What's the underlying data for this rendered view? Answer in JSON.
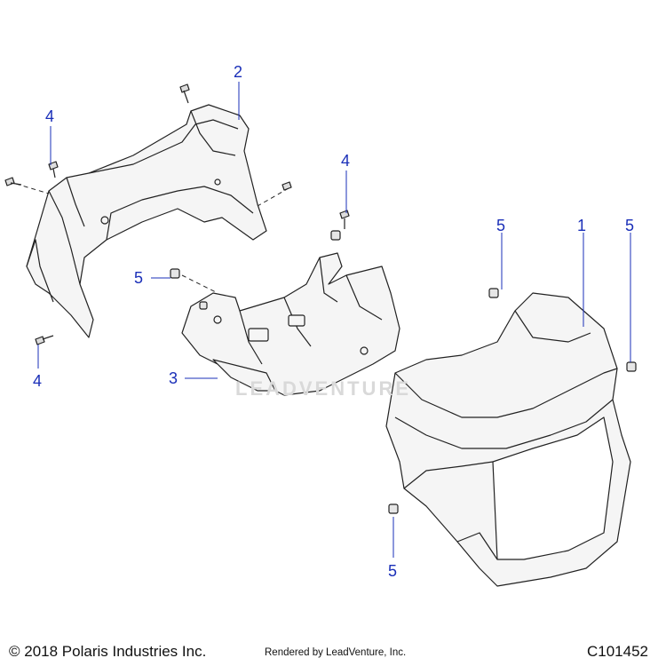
{
  "callouts": [
    {
      "id": "c1",
      "label": "1"
    },
    {
      "id": "c2",
      "label": "2"
    },
    {
      "id": "c3",
      "label": "3"
    },
    {
      "id": "c4a",
      "label": "4"
    },
    {
      "id": "c4b",
      "label": "4"
    },
    {
      "id": "c4c",
      "label": "4"
    },
    {
      "id": "c5a",
      "label": "5"
    },
    {
      "id": "c5b",
      "label": "5"
    },
    {
      "id": "c5c",
      "label": "5"
    },
    {
      "id": "c5d",
      "label": "5"
    }
  ],
  "footer": {
    "copyright": "© 2018 Polaris Industries Inc.",
    "rendered_by": "Rendered by LeadVenture, Inc.",
    "diagram_id": "C101452"
  },
  "watermark": {
    "text": "LEADVENTURE"
  },
  "colors": {
    "callout": "#1a2fb8",
    "line_art": "#222222",
    "fill": "#f4f4f4"
  }
}
